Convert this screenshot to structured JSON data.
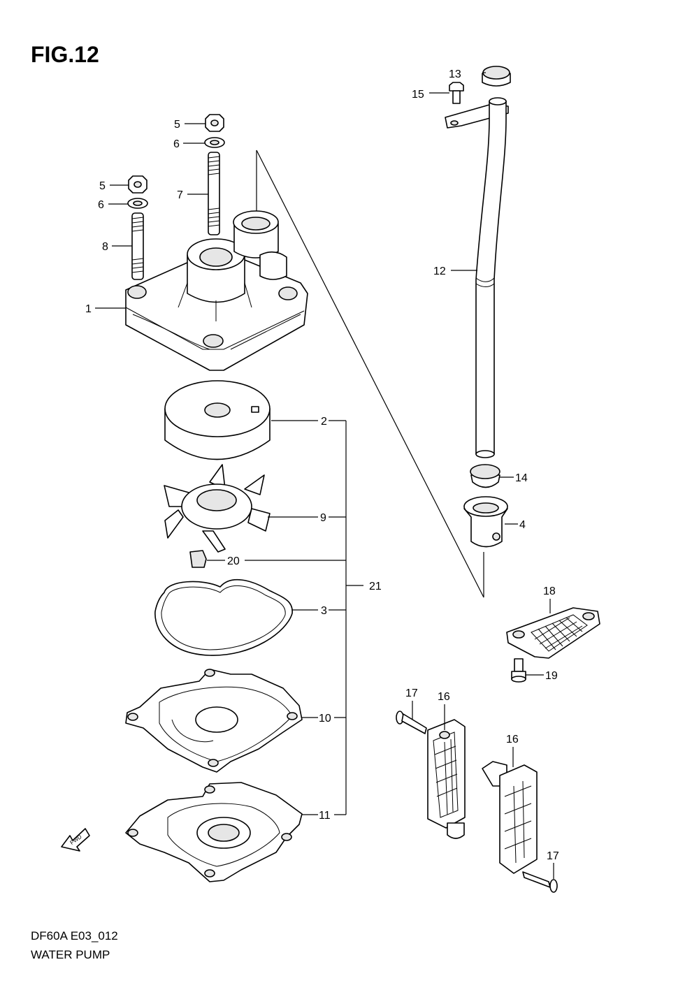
{
  "figure_title": "FIG.12",
  "drawing_code": "DF60A E03_012",
  "drawing_title": "WATER PUMP",
  "fwd_mark": "FWD",
  "callouts": {
    "c1": "1",
    "c2": "2",
    "c3": "3",
    "c4": "4",
    "c5a": "5",
    "c5b": "5",
    "c6a": "6",
    "c6b": "6",
    "c7": "7",
    "c8": "8",
    "c9": "9",
    "c10": "10",
    "c11": "11",
    "c12": "12",
    "c13": "13",
    "c14": "14",
    "c15": "15",
    "c16a": "16",
    "c16b": "16",
    "c17a": "17",
    "c17b": "17",
    "c18": "18",
    "c19": "19",
    "c20": "20",
    "c21": "21"
  }
}
